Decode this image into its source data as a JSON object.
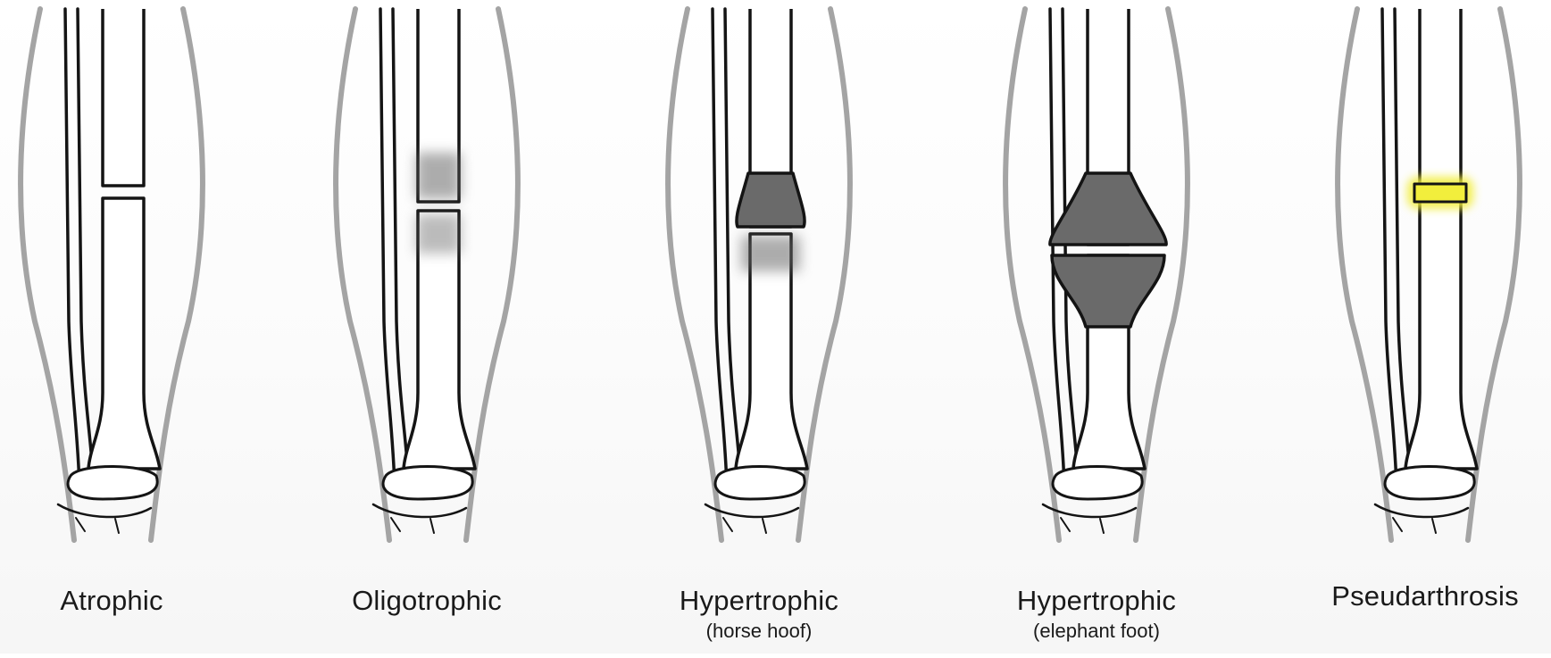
{
  "panels": [
    {
      "title": "Atrophic",
      "subtitle": ""
    },
    {
      "title": "Oligotrophic",
      "subtitle": ""
    },
    {
      "title": "Hypertrophic",
      "subtitle": "(horse hoof)"
    },
    {
      "title": "Hypertrophic",
      "subtitle": "(elephant foot)"
    },
    {
      "title": "Pseudarthrosis",
      "subtitle": ""
    }
  ],
  "colors": {
    "leg_outline": "#a4a4a4",
    "bone_outline": "#141414",
    "callus": "#6a6a6a",
    "pseudarthrosis_highlight": "#f2ee3c"
  }
}
